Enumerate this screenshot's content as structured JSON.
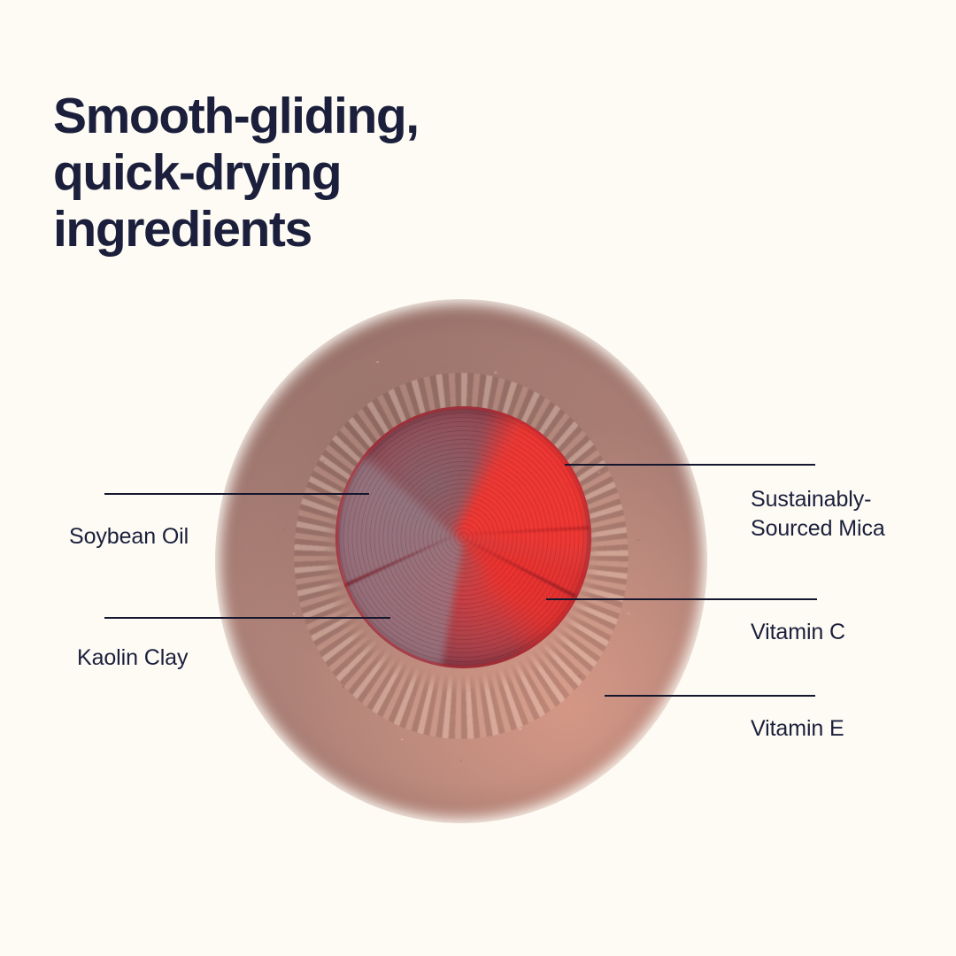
{
  "background_color": "#fdfbf4",
  "text_color": "#1b1f3b",
  "headline": {
    "text": "Smooth-gliding,\nquick-drying\ningredients"
  },
  "product_image": {
    "alt_name": "lipstick-cross-section-macro-photo",
    "shape": "circle",
    "core_red": "#e8302c",
    "core_mauve": "#9a4250",
    "powder_tan": "#b08a7d"
  },
  "callouts": [
    {
      "id": "soybean-oil",
      "label": "Soybean Oil",
      "side": "left"
    },
    {
      "id": "kaolin-clay",
      "label": "Kaolin Clay",
      "side": "left"
    },
    {
      "id": "sustainably-sourced-mica",
      "label": "Sustainably-\nSourced Mica",
      "side": "right"
    },
    {
      "id": "vitamin-c",
      "label": "Vitamin C",
      "side": "right"
    },
    {
      "id": "vitamin-e",
      "label": "Vitamin E",
      "side": "right"
    }
  ]
}
